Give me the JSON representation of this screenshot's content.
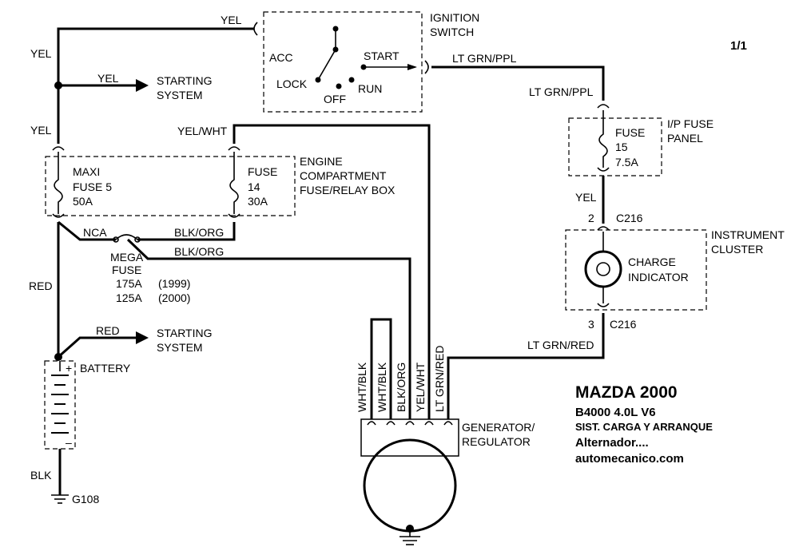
{
  "page_id": "1/1",
  "title": {
    "line1": "MAZDA 2000",
    "line2": "B4000  4.0L  V6",
    "line3": "SIST. CARGA Y ARRANQUE",
    "line4": "Alternador....",
    "line5": "automecanico.com"
  },
  "ignition": {
    "label1": "IGNITION",
    "label2": "SWITCH",
    "acc": "ACC",
    "lock": "LOCK",
    "off": "OFF",
    "run": "RUN",
    "start": "START"
  },
  "wires": {
    "yel_top": "YEL",
    "yel_left1": "YEL",
    "yel_left2": "YEL",
    "yel_start": "YEL",
    "yel_wht": "YEL/WHT",
    "lt_grn_ppl1": "LT GRN/PPL",
    "lt_grn_ppl2": "LT GRN/PPL",
    "yel_right": "YEL",
    "nca": "NCA",
    "blk_org1": "BLK/ORG",
    "blk_org2": "BLK/ORG",
    "red_left": "RED",
    "red_start": "RED",
    "blk": "BLK",
    "lt_grn_red": "LT GRN/RED",
    "gen_wht_blk1": "WHT/BLK",
    "gen_wht_blk2": "WHT/BLK",
    "gen_blk_org": "BLK/ORG",
    "gen_yel_wht": "YEL/WHT",
    "gen_lt_grn_red": "LT GRN/RED"
  },
  "starting_system": {
    "top_line1": "STARTING",
    "top_line2": "SYSTEM",
    "bot_line1": "STARTING",
    "bot_line2": "SYSTEM"
  },
  "fuse_box": {
    "label1": "ENGINE",
    "label2": "COMPARTMENT",
    "label3": "FUSE/RELAY BOX",
    "maxi1": "MAXI",
    "maxi2": "FUSE 5",
    "maxi3": "50A",
    "fuse14_1": "FUSE",
    "fuse14_2": "14",
    "fuse14_3": "30A"
  },
  "mega_fuse": {
    "line1": "MEGA",
    "line2": "FUSE",
    "rating1": "175A",
    "year1": "(1999)",
    "rating2": "125A",
    "year2": "(2000)"
  },
  "ip_fuse": {
    "label1": "I/P FUSE",
    "label2": "PANEL",
    "fuse1": "FUSE",
    "fuse2": "15",
    "fuse3": "7.5A"
  },
  "cluster": {
    "label1": "INSTRUMENT",
    "label2": "CLUSTER",
    "charge1": "CHARGE",
    "charge2": "INDICATOR",
    "pin_top": "2",
    "conn_top": "C216",
    "pin_bot": "3",
    "conn_bot": "C216"
  },
  "battery": {
    "label": "BATTERY",
    "plus": "+",
    "minus": "–"
  },
  "ground": "G108",
  "generator": {
    "label1": "GENERATOR/",
    "label2": "REGULATOR"
  }
}
